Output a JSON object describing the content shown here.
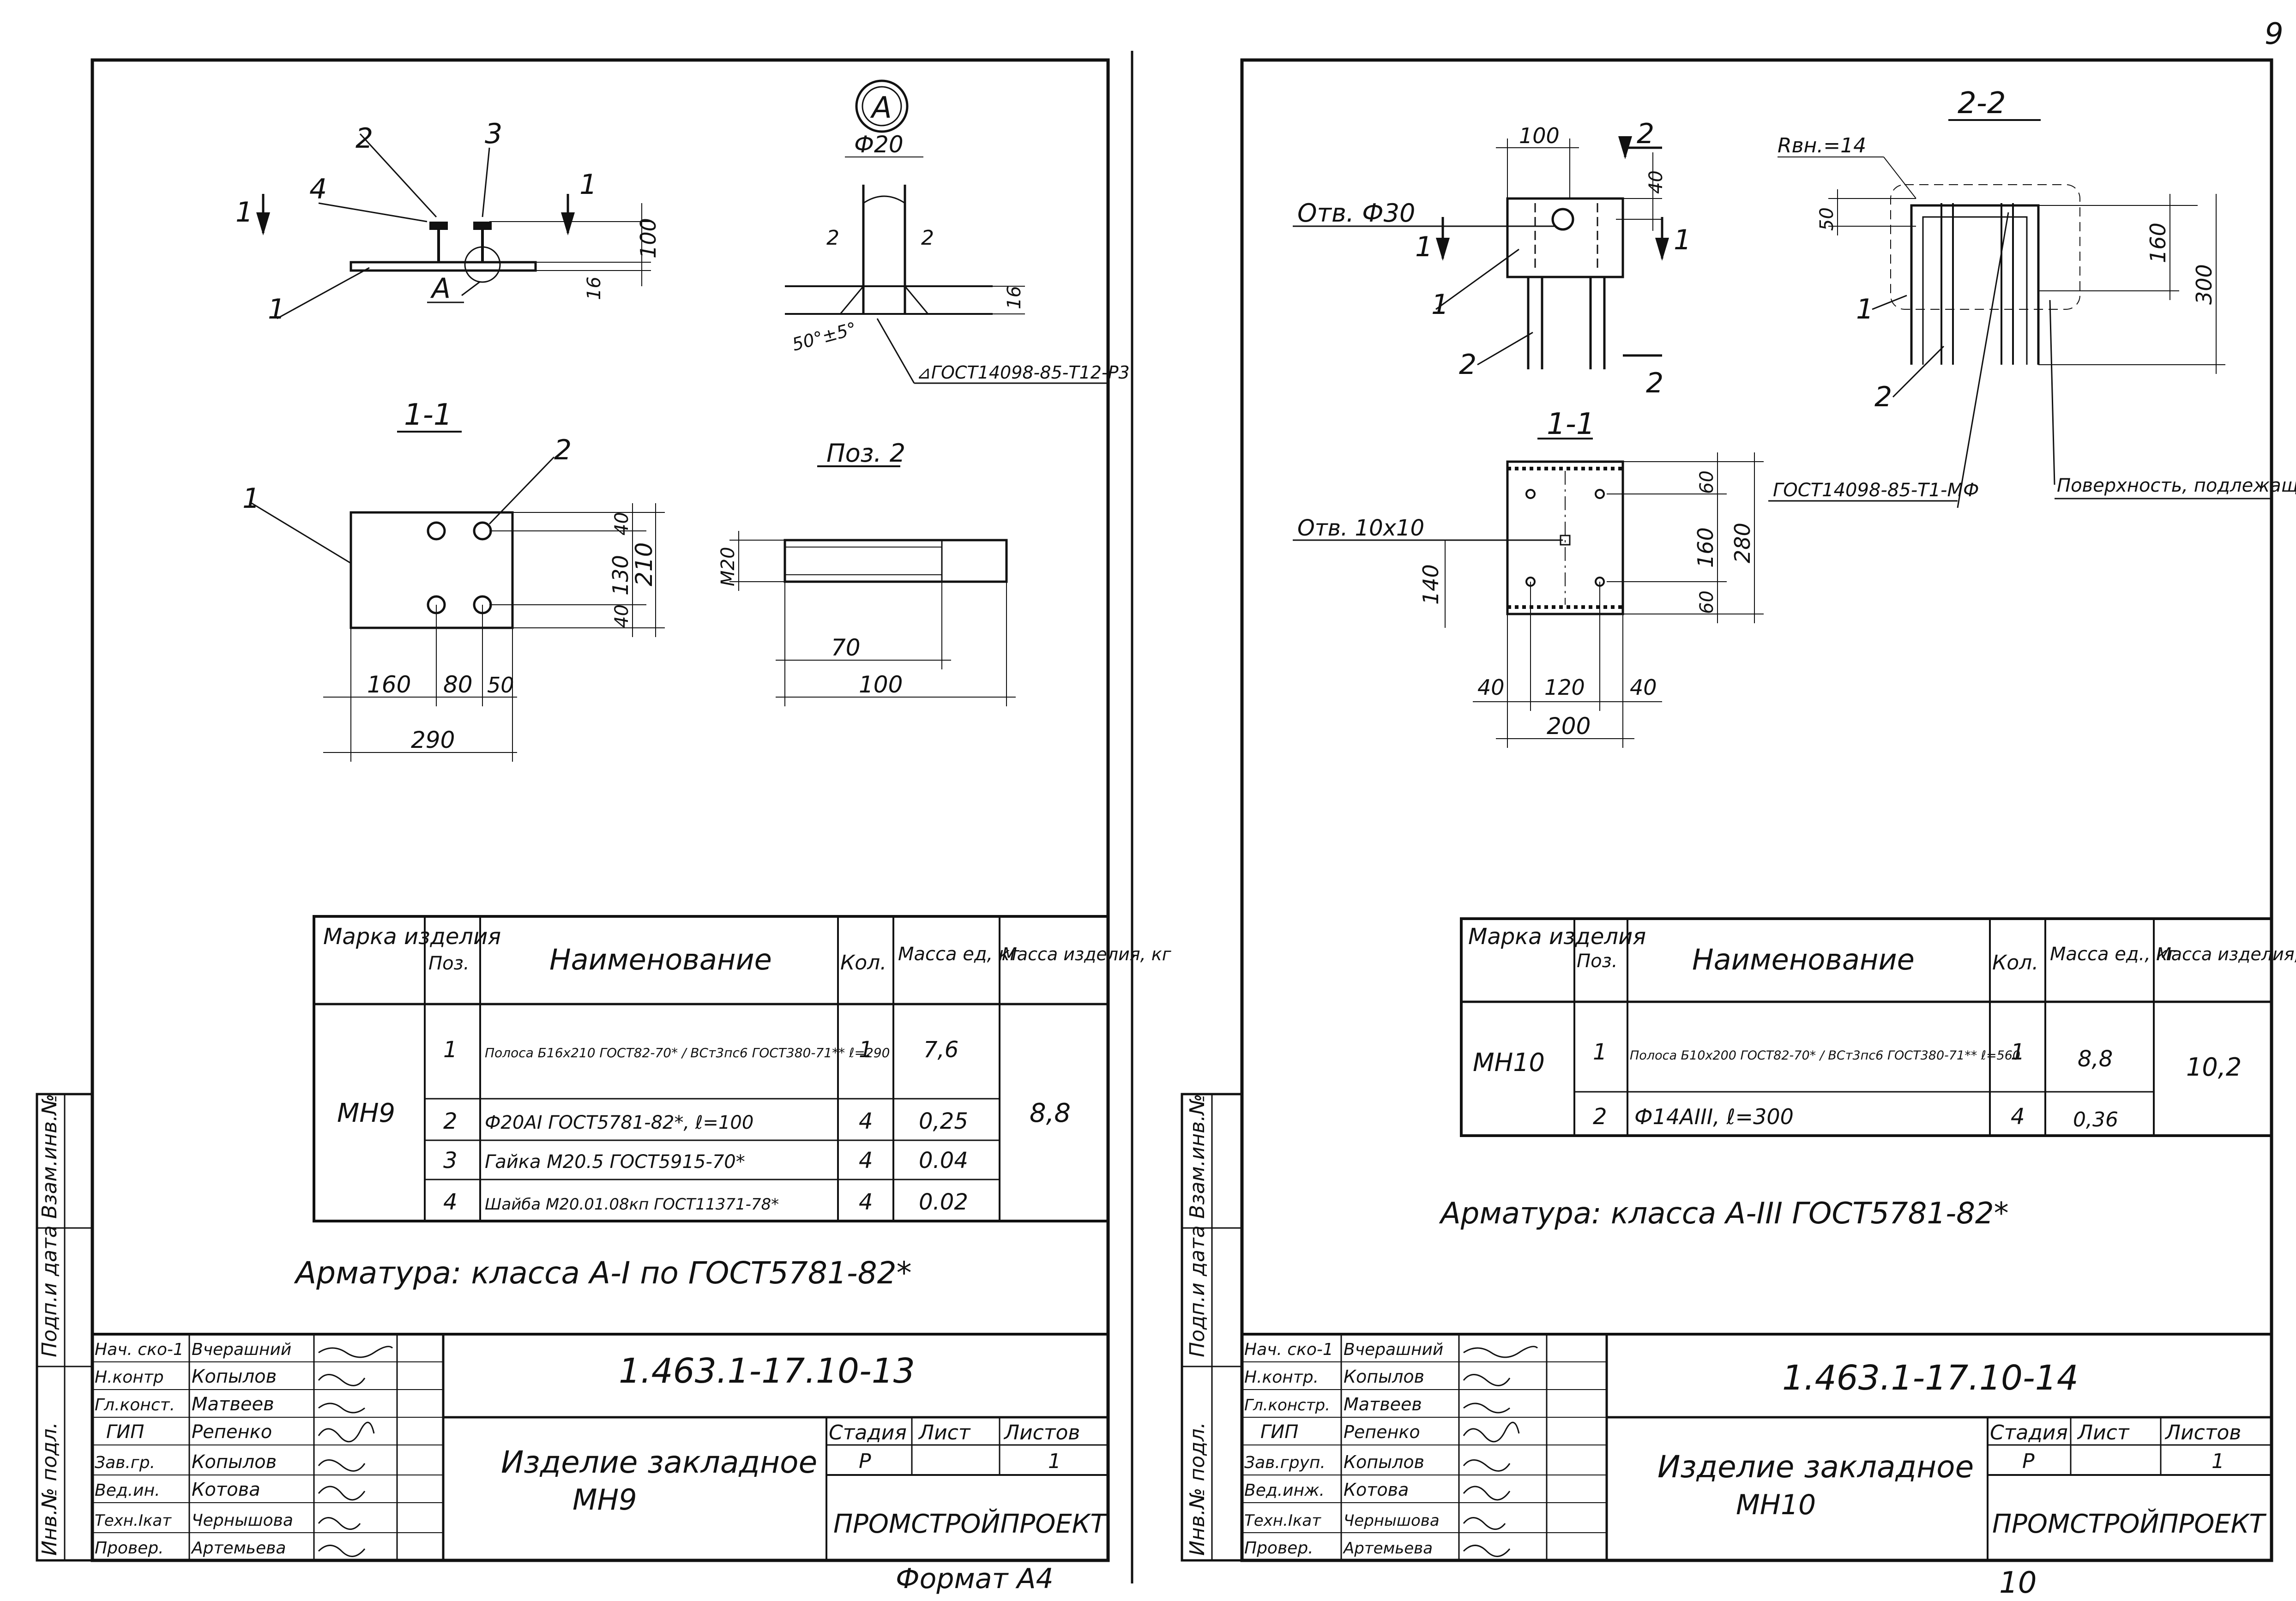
{
  "page_number": "9",
  "footer": {
    "page_left": "Формат А4",
    "page_right": "10"
  },
  "side_stamp": {
    "vzam": "Взам.инв.№",
    "podp": "Подп.и дата",
    "inv": "Инв.№ подл."
  },
  "left_sheet": {
    "view_A": "А",
    "diameter": "Ф20",
    "weld_note": "⊿ГОСТ14098-85-Т12-Р3",
    "angle": "50°±5°",
    "section_1_1": "1-1",
    "pos2_title": "Поз. 2",
    "callouts": {
      "c1": "1",
      "c2": "2",
      "c3": "3",
      "c4": "4",
      "cA": "А",
      "cut1": "1"
    },
    "dims": {
      "d100": "100",
      "d16": "16",
      "d16b": "16",
      "d160": "160",
      "d80": "80",
      "d50": "50",
      "d290": "290",
      "d40a": "40",
      "d130": "130",
      "d40b": "40",
      "d210": "210",
      "d70": "70",
      "d100b": "100",
      "m20": "М20",
      "d2a": "2",
      "d2b": "2"
    },
    "table": {
      "headers": {
        "mark": "Марка изделия",
        "pos": "Поз.",
        "name": "Наименование",
        "qty": "Кол.",
        "mass_unit": "Масса ед, кг",
        "mass_item": "Масса изделия, кг"
      },
      "mark": "МН9",
      "mass_total": "8,8",
      "rows": [
        {
          "pos": "1",
          "name": "Полоса Б16х210 ГОСТ82-70* / ВСт3пс6 ГОСТ380-71** ℓ=290",
          "qty": "1",
          "mass": "7,6"
        },
        {
          "pos": "2",
          "name": "Ф20АI ГОСТ5781-82*, ℓ=100",
          "qty": "4",
          "mass": "0,25"
        },
        {
          "pos": "3",
          "name": "Гайка М20.5 ГОСТ5915-70*",
          "qty": "4",
          "mass": "0.04"
        },
        {
          "pos": "4",
          "name": "Шайба М20.01.08кп ГОСТ11371-78*",
          "qty": "4",
          "mass": "0.02"
        }
      ]
    },
    "armatura": "Арматура: класса А-I по ГОСТ5781-82*",
    "stamp": {
      "roles": [
        "Нач. ско-1",
        "Н.контр",
        "Гл.конст.",
        "ГИП",
        "Зав.гр.",
        "Вед.ин.",
        "Техн.Iкат",
        "Провер."
      ],
      "names": [
        "Вчерашний",
        "Копылов",
        "Матвеев",
        "Репенко",
        "Копылов",
        "Котова",
        "Чернышова",
        "Артемьева"
      ],
      "code": "1.463.1-17.10-13",
      "title": "Изделие закладное",
      "subtitle": "МН9",
      "stadia_h": "Стадия",
      "list_h": "Лист",
      "listov_h": "Листов",
      "stadia": "Р",
      "listov": "1",
      "org": "ПРОМСТРОЙПРОЕКТ"
    }
  },
  "right_sheet": {
    "section_2_2": "2-2",
    "section_1_1": "1-1",
    "hole_note": "Отв. Ф30",
    "hole_note2": "Отв. 10х10",
    "radius": "Rвн.=14",
    "weld_note": "ГОСТ14098-85-Т1-МФ",
    "surface_note": "Поверхность, подлежащая защите",
    "callouts": {
      "c1": "1",
      "c2": "2",
      "c1b": "1",
      "c2b": "2",
      "cut1": "1",
      "cut2": "2"
    },
    "dims": {
      "d100": "100",
      "d40": "40",
      "d50": "50",
      "d160": "160",
      "d300": "300",
      "d60a": "60",
      "d160b": "160",
      "d60b": "60",
      "d280": "280",
      "d140": "140",
      "d40a": "40",
      "d120": "120",
      "d40b": "40",
      "d200": "200"
    },
    "table": {
      "headers": {
        "mark": "Марка изделия",
        "pos": "Поз.",
        "name": "Наименование",
        "qty": "Кол.",
        "mass_unit": "Масса ед., кг",
        "mass_item": "Масса изделия, кг"
      },
      "mark": "МН10",
      "mass_total": "10,2",
      "rows": [
        {
          "pos": "1",
          "name": "Полоса Б10х200 ГОСТ82-70* / ВСт3пс6 ГОСТ380-71** ℓ=560",
          "qty": "1",
          "mass": "8,8"
        },
        {
          "pos": "2",
          "name": "Ф14АIII, ℓ=300",
          "qty": "4",
          "mass": "0,36"
        }
      ]
    },
    "armatura": "Арматура: класса А-III ГОСТ5781-82*",
    "stamp": {
      "roles": [
        "Нач. ско-1",
        "Н.контр.",
        "Гл.констр.",
        "ГИП",
        "Зав.груп.",
        "Вед.инж.",
        "Техн.Iкат",
        "Провер."
      ],
      "names": [
        "Вчерашний",
        "Копылов",
        "Матвеев",
        "Репенко",
        "Копылов",
        "Котова",
        "Чернышова",
        "Артемьева"
      ],
      "code": "1.463.1-17.10-14",
      "title": "Изделие закладное",
      "subtitle": "МН10",
      "stadia_h": "Стадия",
      "list_h": "Лист",
      "listov_h": "Листов",
      "stadia": "Р",
      "listov": "1",
      "org": "ПРОМСТРОЙПРОЕКТ"
    }
  }
}
